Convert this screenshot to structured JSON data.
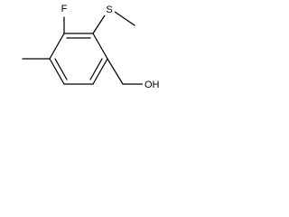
{
  "diagram": {
    "type": "chemical-structure",
    "atom_labels": {
      "fluorine": "F",
      "sulfur": "S",
      "hydroxyl": "OH"
    },
    "colors": {
      "bond": "#000000",
      "label": "#000000",
      "background": "#ffffff"
    }
  }
}
